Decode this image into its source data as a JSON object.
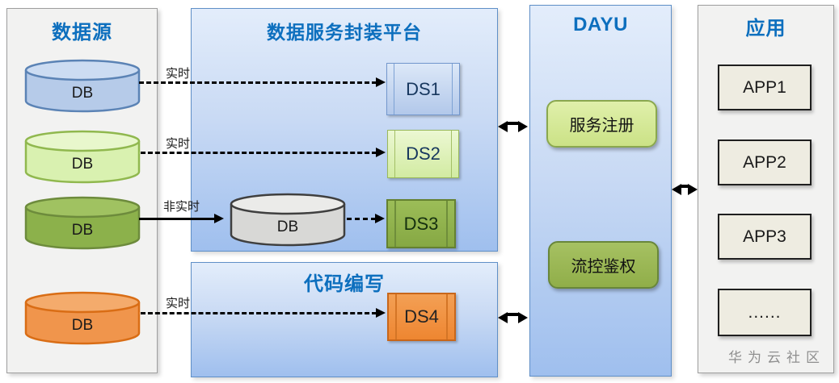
{
  "colors": {
    "heading_blue": "#0d6fbe",
    "panel_blue_top": "#e3edfb",
    "panel_blue_bottom": "#9fbfee",
    "panel_gray": "#f2f2f1",
    "db_blue": "#b6cbe9",
    "db_light_green": "#d9f1b0",
    "db_green": "#8cb14b",
    "db_orange": "#f0954c",
    "db_gray": "#d8d8d6",
    "ds_green_dark": "#8fb14e",
    "module_light_green": "#d5e898",
    "module_green": "#9bb755",
    "app_beige": "#eeece1",
    "arrow_black": "#000000",
    "watermark_gray": "#8f8f8f"
  },
  "datasource_panel": {
    "title": "数据源",
    "databases": [
      {
        "label": "DB",
        "color": "blue"
      },
      {
        "label": "DB",
        "color": "light-green"
      },
      {
        "label": "DB",
        "color": "green"
      },
      {
        "label": "DB",
        "color": "orange"
      }
    ]
  },
  "platform_panel": {
    "title": "数据服务封装平台",
    "staging_db": {
      "label": "DB",
      "color": "gray"
    },
    "services": [
      {
        "label": "DS1"
      },
      {
        "label": "DS2"
      },
      {
        "label": "DS3"
      }
    ]
  },
  "coding_panel": {
    "title": "代码编写",
    "services": [
      {
        "label": "DS4"
      }
    ]
  },
  "dayu_panel": {
    "title": "DAYU",
    "modules": [
      {
        "label": "服务注册"
      },
      {
        "label": "流控鉴权"
      }
    ]
  },
  "apps_panel": {
    "title": "应用",
    "apps": [
      {
        "label": "APP1"
      },
      {
        "label": "APP2"
      },
      {
        "label": "APP3"
      },
      {
        "label": "......"
      }
    ]
  },
  "flows": [
    {
      "label": "实时",
      "style": "dashed",
      "from": "DB-blue",
      "to": "DS1"
    },
    {
      "label": "实时",
      "style": "dashed",
      "from": "DB-light-green",
      "to": "DS2"
    },
    {
      "label": "非实时",
      "style": "solid",
      "from": "DB-green",
      "to": "DB-gray-then-DS3"
    },
    {
      "label": "实时",
      "style": "dashed",
      "from": "DB-orange",
      "to": "DS4"
    }
  ],
  "watermark": "华为云社区"
}
